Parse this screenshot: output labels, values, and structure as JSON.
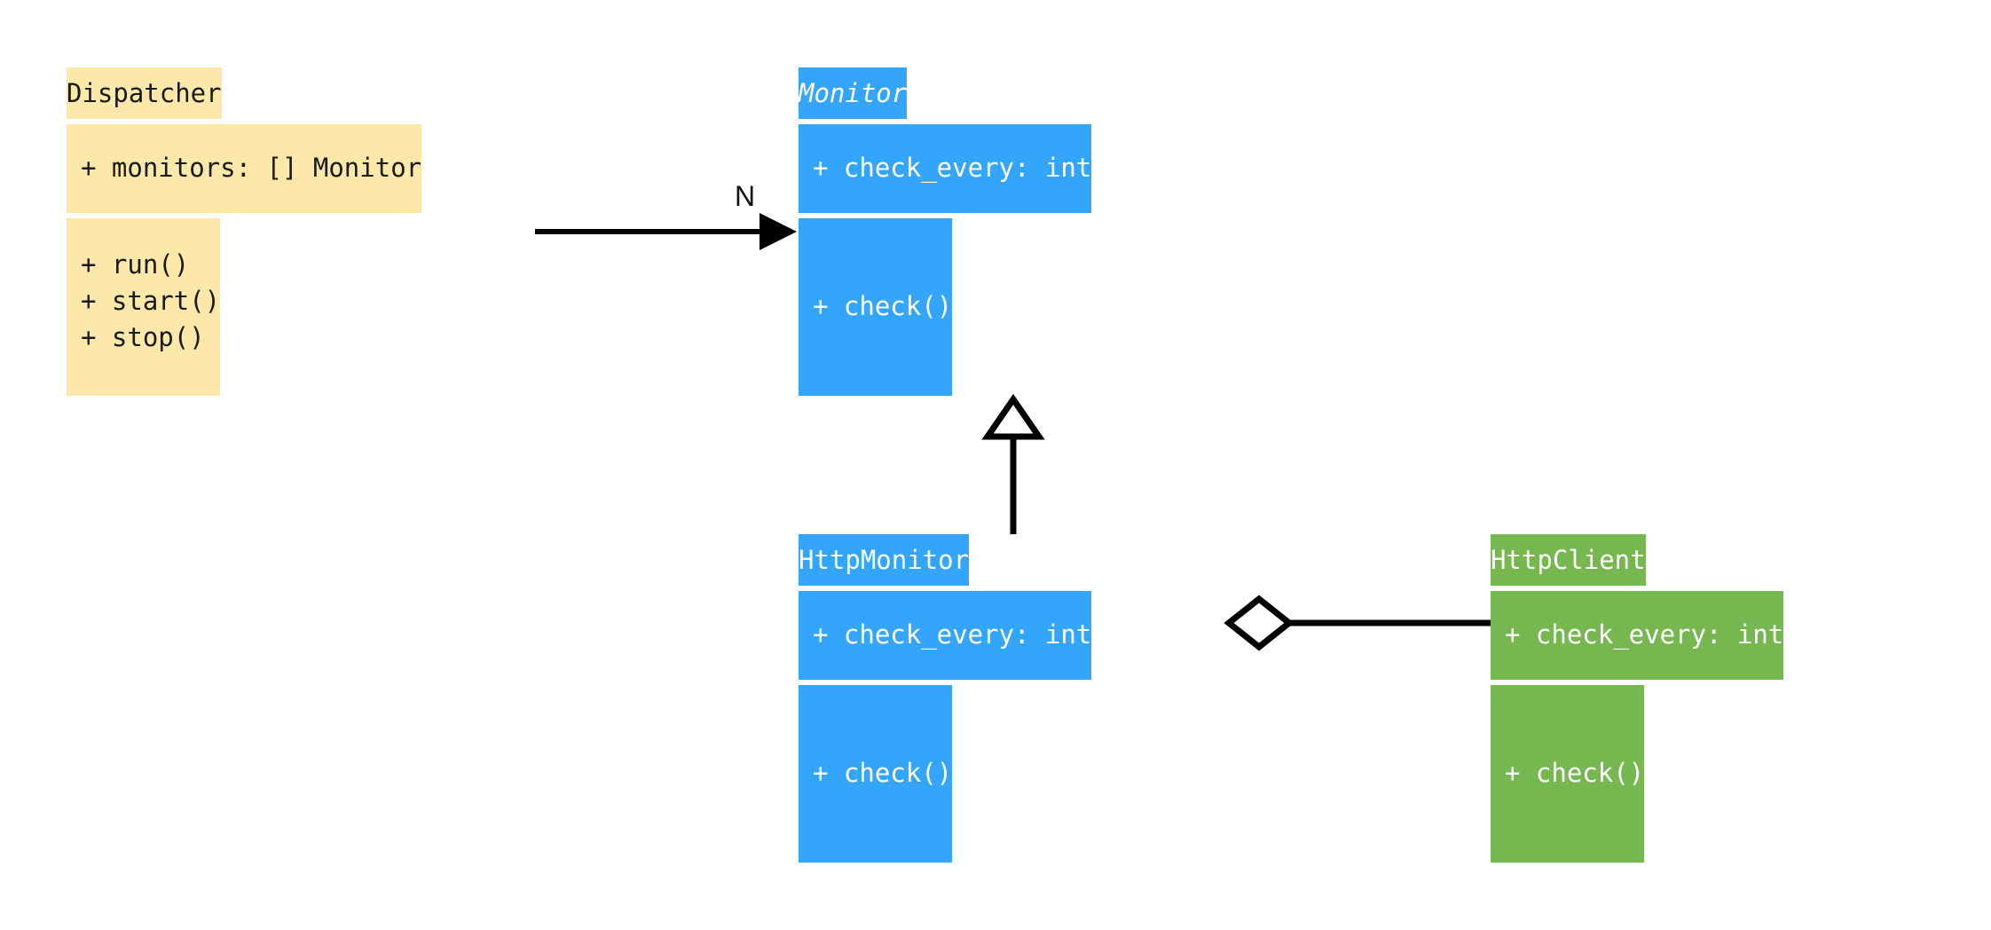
{
  "diagram": {
    "type": "uml-class-diagram",
    "background": "#ffffff",
    "palette": {
      "yellow": "#fce8a8",
      "blue": "#33a6fc",
      "green": "#76b74f",
      "line": "#000000",
      "dark_text": "#1a1a1a",
      "light_text": "#ffffff"
    }
  },
  "classes": {
    "dispatcher": {
      "name": "Dispatcher",
      "abstract": false,
      "color": "#fce8a8",
      "attributes": [
        "+ monitors: [] Monitor"
      ],
      "methods": [
        "+ run()",
        "+ start()",
        "+ stop()"
      ]
    },
    "monitor": {
      "name": "Monitor",
      "abstract": true,
      "color": "#33a6fc",
      "attributes": [
        "+ check_every: int"
      ],
      "methods": [
        "+ check()"
      ]
    },
    "http_monitor": {
      "name": "HttpMonitor",
      "abstract": false,
      "color": "#33a6fc",
      "attributes": [
        "+ check_every: int"
      ],
      "methods": [
        "+ check()"
      ]
    },
    "http_client": {
      "name": "HttpClient",
      "abstract": false,
      "color": "#76b74f",
      "attributes": [
        "+ check_every: int"
      ],
      "methods": [
        "+ check()"
      ]
    }
  },
  "relations": {
    "dispatcher_to_monitor": {
      "from": "Dispatcher",
      "to": "Monitor",
      "kind": "association",
      "arrowhead": "filled-triangle",
      "label": "N"
    },
    "http_monitor_to_monitor": {
      "from": "HttpMonitor",
      "to": "Monitor",
      "kind": "generalization",
      "arrowhead": "hollow-triangle",
      "label": ""
    },
    "http_monitor_to_http_client": {
      "from": "HttpMonitor",
      "to": "HttpClient",
      "kind": "aggregation",
      "arrowhead": "hollow-diamond",
      "label": ""
    }
  }
}
